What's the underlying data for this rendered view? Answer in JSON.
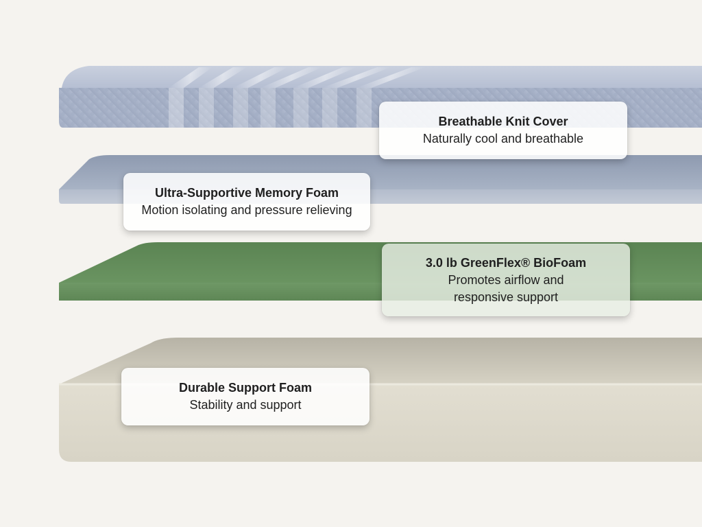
{
  "colors": {
    "background": "#f5f3ef",
    "knit_cover": "#b9c3d6",
    "memory_foam": "#a7b2c4",
    "green_foam": "#5f8a57",
    "support_foam": "#dcd8ca"
  },
  "layers": [
    {
      "title": "Breathable Knit Cover",
      "description_lines": [
        "Naturally cool and breathable"
      ]
    },
    {
      "title": "Ultra-Supportive Memory Foam",
      "description_lines": [
        "Motion isolating and pressure relieving"
      ]
    },
    {
      "title": "3.0 lb GreenFlex® BioFoam",
      "description_lines": [
        "Promotes airflow and",
        "responsive support"
      ]
    },
    {
      "title": "Durable Support Foam",
      "description_lines": [
        "Stability and support"
      ]
    }
  ]
}
